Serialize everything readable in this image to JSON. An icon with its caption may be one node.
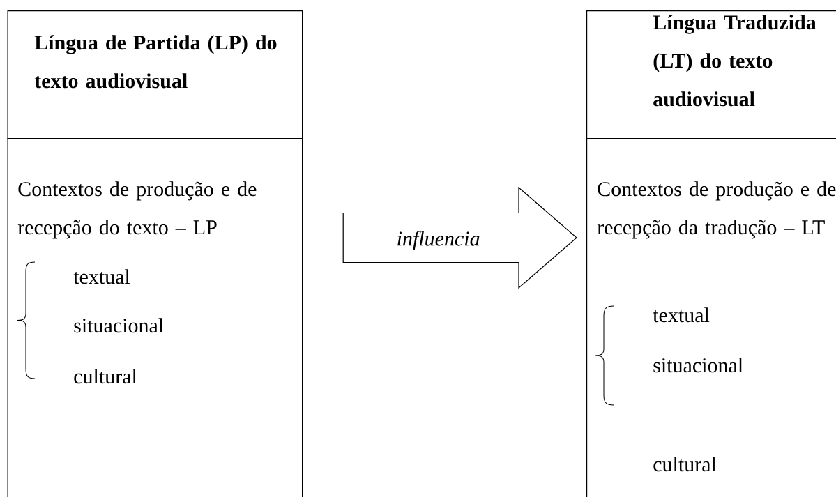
{
  "diagram": {
    "nodes": [
      {
        "text": [
          "Língua de Partida (LP) do texto audiovisual"
        ]
      },
      {
        "text": [
          "Contextos de produção e de recepção do texto – LP",
          "textual",
          "situacional",
          "cultural"
        ]
      },
      {
        "text": [
          "Língua Traduzida (LT) do texto audiovisual"
        ]
      },
      {
        "text": [
          "Contextos de produção e de recepção da tradução – LT",
          "textual",
          "situacional",
          "cultural"
        ]
      }
    ],
    "edges": [
      {
        "from": 1,
        "to": 3,
        "arrow": "to",
        "label": "influencia"
      }
    ]
  }
}
